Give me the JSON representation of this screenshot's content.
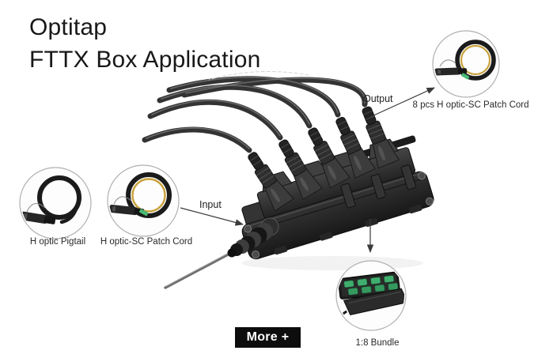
{
  "title": {
    "line1": "Optitap",
    "line2": "FTTX Box Application"
  },
  "diagram": {
    "input_label": "Input",
    "output_label": "Output",
    "callouts": {
      "pigtail": {
        "caption": "H optic Pigtail"
      },
      "patch_cord": {
        "caption": "H optic-SC Patch Cord"
      },
      "output_patch_cord": {
        "caption": "8 pcs H optic-SC Patch Cord"
      },
      "bundle": {
        "caption": "1:8 Bundle"
      }
    }
  },
  "more_button": {
    "label": "More +"
  },
  "colors": {
    "button_bg": "#0d0d0d",
    "button_text": "#ffffff",
    "arrow": "#3a3a3a",
    "circle_border": "#b0b0b0",
    "fiber_yellow": "#c9a23d",
    "connector_green": "#49b973",
    "cable_dark": "#333333"
  }
}
